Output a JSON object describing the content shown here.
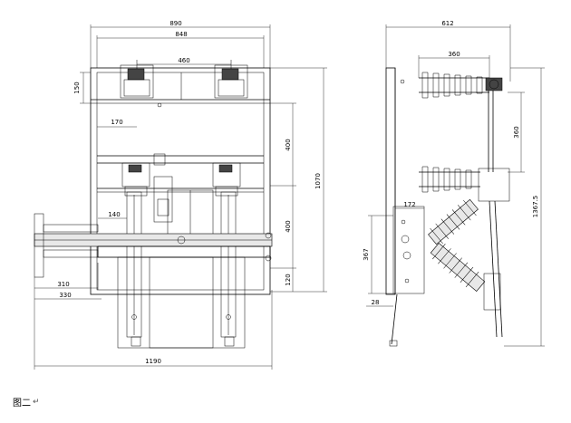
{
  "front_view": {
    "dims": {
      "overall_top": "890",
      "inner_top": "848",
      "pole_spacing": "460",
      "top_offset": "150",
      "pole_offset": "170",
      "upper_height": "400",
      "lower_height": "400",
      "total_height": "1070",
      "bottom_height": "120",
      "left_small": "140",
      "left_310": "310",
      "left_330": "330",
      "overall_bottom": "1190"
    }
  },
  "side_view": {
    "dims": {
      "overall_top": "612",
      "insulator_span": "360",
      "vertical_360": "360",
      "total_height": "1367.5",
      "bracket_172": "172",
      "bracket_367": "367",
      "bottom_28": "28"
    }
  },
  "caption": {
    "label": "图二",
    "return_mark": "↵"
  }
}
